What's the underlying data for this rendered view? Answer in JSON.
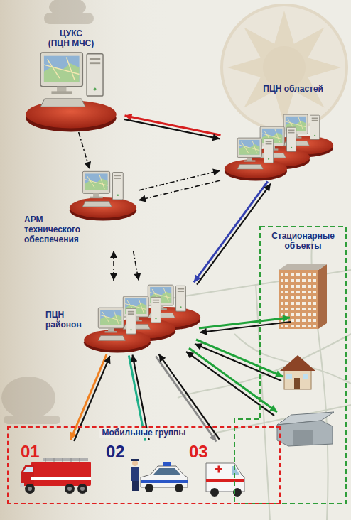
{
  "diagram": {
    "nodes": [
      {
        "text": [
          "ЦУКС (ПЦН МЧС)"
        ]
      },
      {
        "text": [
          "ПЦН областей"
        ]
      },
      {
        "text": [
          "АРМ технического обеспечения"
        ]
      },
      {
        "text": [
          "ПЦН районов"
        ]
      },
      {
        "text": [
          "Стационарные объекты"
        ]
      },
      {
        "text": [
          "Мобильные группы"
        ]
      },
      {
        "text": [
          "01"
        ],
        "in": 5
      },
      {
        "text": [
          "02"
        ],
        "in": 5
      },
      {
        "text": [
          "03"
        ],
        "in": 5
      }
    ],
    "edges": [
      {
        "from": 1,
        "to": 0,
        "arrow": "both"
      },
      {
        "from": 0,
        "to": 2,
        "arrow": "to"
      },
      {
        "from": 2,
        "to": 1,
        "arrow": "to"
      },
      {
        "from": 1,
        "to": 2,
        "arrow": "to"
      },
      {
        "from": 2,
        "to": 3,
        "arrow": "both"
      },
      {
        "from": 2,
        "to": 3,
        "arrow": "to"
      },
      {
        "from": 1,
        "to": 3,
        "arrow": "both"
      },
      {
        "from": 3,
        "to": 6,
        "arrow": "both"
      },
      {
        "from": 3,
        "to": 7,
        "arrow": "both"
      },
      {
        "from": 3,
        "to": 8,
        "arrow": "both"
      }
    ]
  }
}
